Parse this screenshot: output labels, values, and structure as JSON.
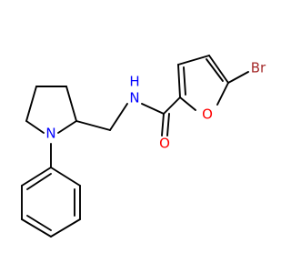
{
  "molecule": {
    "colors": {
      "carbon_bond": "#000000",
      "bromine": "#a52a2a",
      "oxygen": "#ff0000",
      "nitrogen": "#0000ff",
      "background": "#ffffff"
    },
    "atoms": {
      "br": "Br",
      "o_furan": "O",
      "o_carbonyl": "O",
      "n_amide_n": "N",
      "n_amide_h": "H",
      "n_pyrrolidine": "N"
    }
  }
}
